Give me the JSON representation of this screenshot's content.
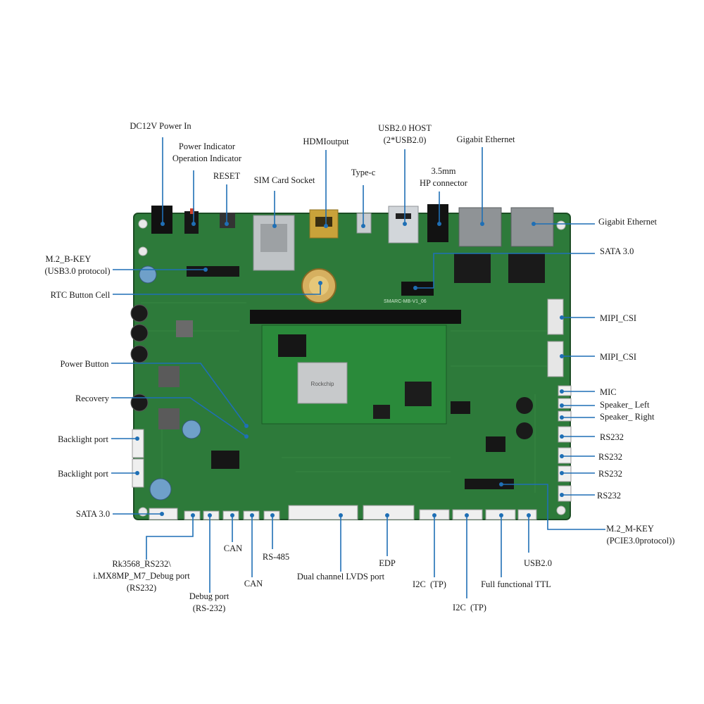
{
  "colors": {
    "background": "#ffffff",
    "pcb": "#2d7a3a",
    "pcb_dark": "#1f5a2a",
    "leader": "#1f6fb5",
    "label_text": "#1a1a1a"
  },
  "labels": {
    "dc_power": "DC12V Power In",
    "power_indicator": "Power Indicator",
    "operation_indicator": "Operation Indicator",
    "reset": "RESET",
    "sim_socket": "SIM Card Socket",
    "hdmi": "HDMIoutput",
    "type_c": "Type-c",
    "usb_host_1": "USB2.0 HOST",
    "usb_host_2": "(2*USB2.0)",
    "hp_1": "3.5mm",
    "hp_2": "HP connector",
    "gigabit_top": "Gigabit Ethernet",
    "gigabit_right": "Gigabit Ethernet",
    "sata_right": "SATA 3.0",
    "mipi_1": "MIPI_CSI",
    "mipi_2": "MIPI_CSI",
    "mic": "MIC",
    "speaker_left": "Speaker_ Left",
    "speaker_right": "Speaker_ Right",
    "rs232_1": "RS232",
    "rs232_2": "RS232",
    "rs232_3": "RS232",
    "rs232_4": "RS232",
    "m2b_1": "M.2_B-KEY",
    "m2b_2": "(USB3.0 protocol)",
    "rtc": "RTC Button Cell",
    "power_button": "Power Button",
    "recovery": "Recovery",
    "backlight_1": "Backlight port",
    "backlight_2": "Backlight port",
    "sata_left": "SATA 3.0",
    "debug_rk_1": "Rk3568_RS232\\",
    "debug_rk_2": "i.MX8MP_M7_Debug port",
    "debug_rk_3": "(RS232)",
    "debug_port_1": "Debug port",
    "debug_port_2": "(RS-232)",
    "can_1": "CAN",
    "can_2": "CAN",
    "rs485": "RS-485",
    "lvds": "Dual channel LVDS port",
    "edp": "EDP",
    "i2c_1": "I2C  (TP)",
    "i2c_2": "I2C  (TP)",
    "ttl": "Full functional TTL",
    "usb20": "USB2.0",
    "m2m_1": "M.2_M-KEY",
    "m2m_2": "(PCIE3.0protocol))"
  },
  "board": {
    "silk_marking": "SMARC-MB-V1_06",
    "som_chip": "Rockchip"
  }
}
